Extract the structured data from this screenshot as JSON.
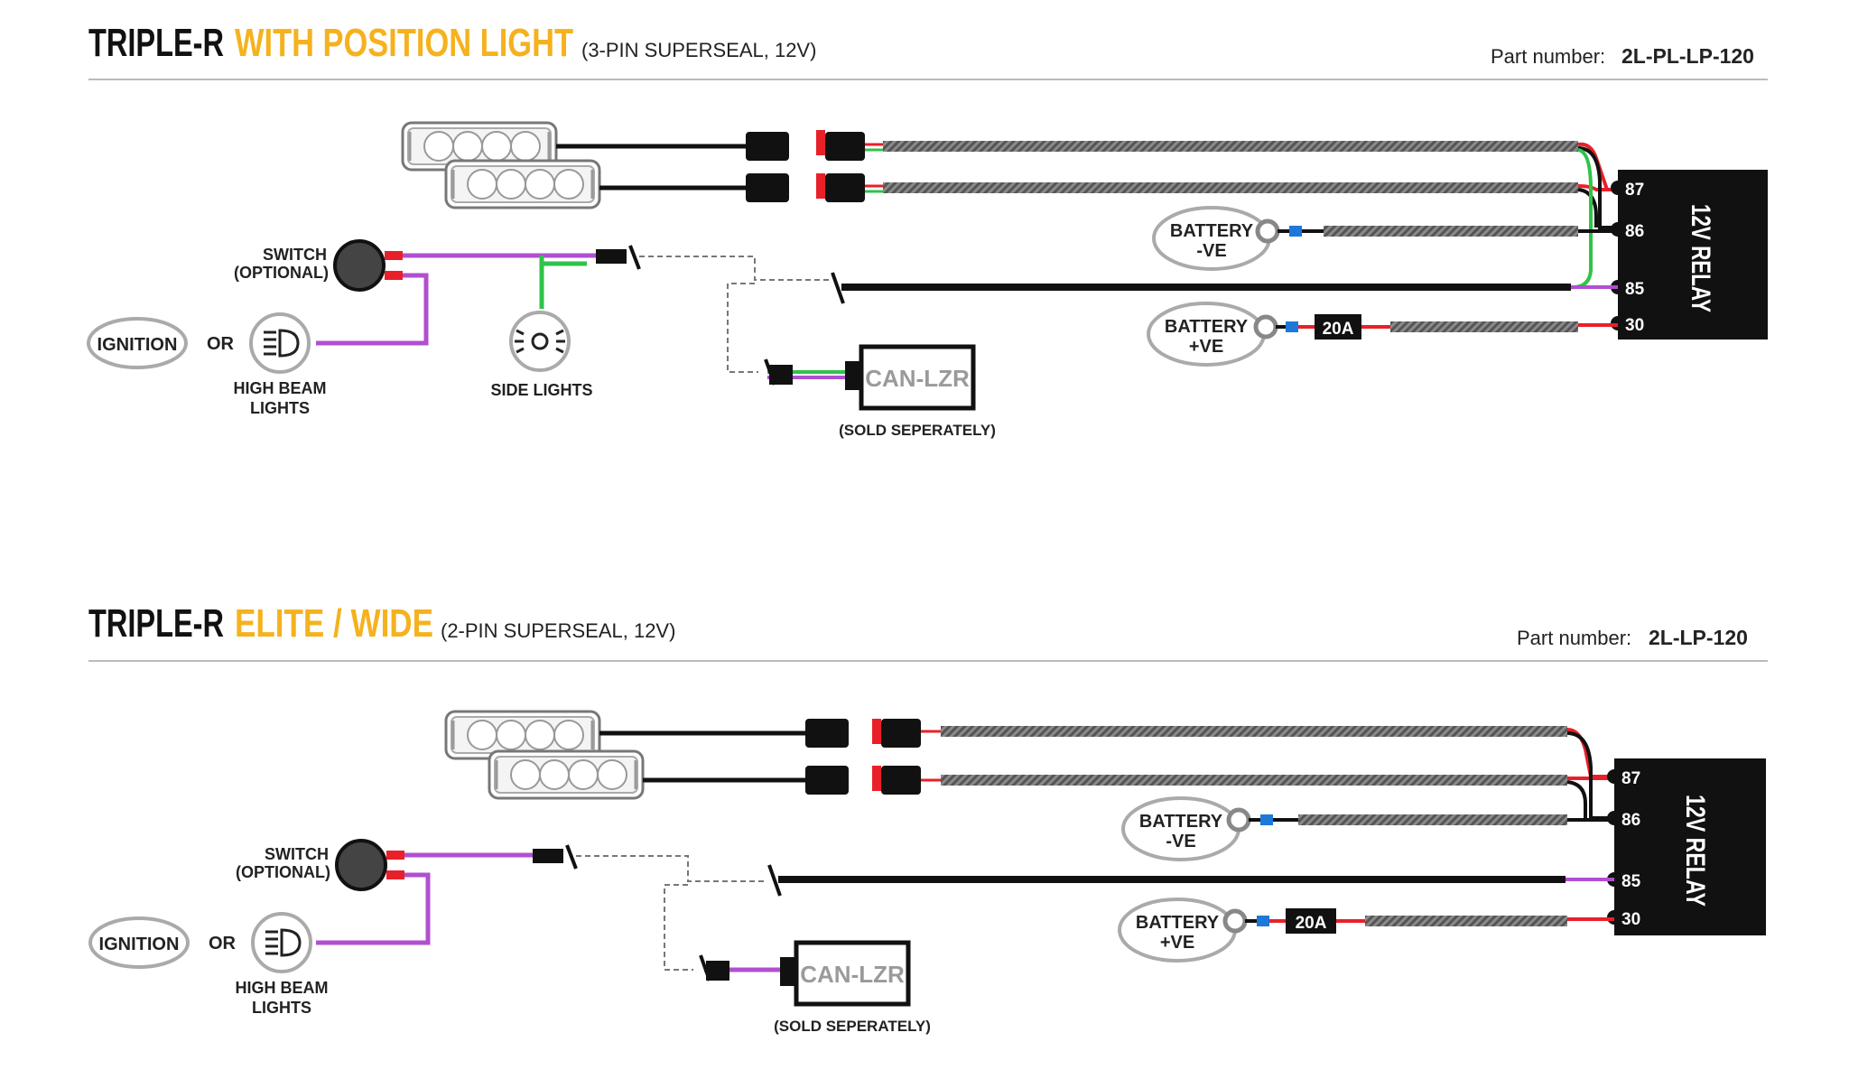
{
  "colors": {
    "accent": "#f5b21e",
    "wire_black": "#111111",
    "wire_purple": "#b04fd0",
    "wire_green": "#2fc34a",
    "wire_red": "#e8202a",
    "wire_blue": "#1e78d8",
    "label_grey": "#9a9a9a"
  },
  "sections": [
    {
      "title_prefix": "TRIPLE-R",
      "title_accent": "WITH POSITION LIGHT",
      "title_suffix": "(3-PIN SUPERSEAL, 12V)",
      "part_label": "Part number:",
      "part_number": "2L-PL-LP-120",
      "switch_label_1": "SWITCH",
      "switch_label_2": "(OPTIONAL)",
      "ignition": "IGNITION",
      "or": "OR",
      "high_beam_1": "HIGH BEAM",
      "high_beam_2": "LIGHTS",
      "side_lights": "SIDE LIGHTS",
      "battery_neg_1": "BATTERY",
      "battery_neg_2": "-VE",
      "battery_pos_1": "BATTERY",
      "battery_pos_2": "+VE",
      "fuse": "20A",
      "can_lzr": "CAN-LZR",
      "sold_separately": "(SOLD SEPERATELY)",
      "relay_label": "12V RELAY",
      "pins": [
        "87",
        "86",
        "85",
        "30"
      ]
    },
    {
      "title_prefix": "TRIPLE-R",
      "title_accent": "ELITE / WIDE",
      "title_suffix": "(2-PIN SUPERSEAL, 12V)",
      "part_label": "Part number:",
      "part_number": "2L-LP-120",
      "switch_label_1": "SWITCH",
      "switch_label_2": "(OPTIONAL)",
      "ignition": "IGNITION",
      "or": "OR",
      "high_beam_1": "HIGH BEAM",
      "high_beam_2": "LIGHTS",
      "battery_neg_1": "BATTERY",
      "battery_neg_2": "-VE",
      "battery_pos_1": "BATTERY",
      "battery_pos_2": "+VE",
      "fuse": "20A",
      "can_lzr": "CAN-LZR",
      "sold_separately": "(SOLD SEPERATELY)",
      "relay_label": "12V RELAY",
      "pins": [
        "87",
        "86",
        "85",
        "30"
      ]
    }
  ]
}
